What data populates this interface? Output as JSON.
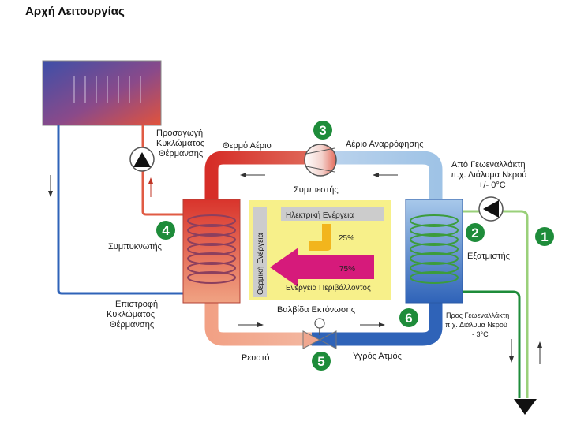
{
  "title": "Αρχή Λειτουργίας",
  "labels": {
    "supply_l1": "Προσαγωγή",
    "supply_l2": "Κυκλώματος",
    "supply_l3": "Θέρμανσης",
    "hot_gas": "Θερμό Αέριο",
    "suction_gas": "Αέριο Αναρρόφησης",
    "compressor": "Συμπιεστής",
    "from_hx_l1": "Από Γεωεναλλάκτη",
    "from_hx_l2": "π.χ. Διάλυμα Νερού",
    "from_hx_l3": "+/- 0°C",
    "condenser": "Συμπυκνωτής",
    "evaporator": "Εξατμιστής",
    "return_l1": "Επιστροφή",
    "return_l2": "Κυκλώματος",
    "return_l3": "Θέρμανσης",
    "expansion_valve": "Βαλβίδα Εκτόνωσης",
    "to_hx_l1": "Προς Γεωεναλλάκτη",
    "to_hx_l2": "π.χ. Διάλυμα Νερού",
    "to_hx_l3": "- 3°C",
    "liquid": "Ρευστό",
    "wet_vapor": "Υγρός Ατμός"
  },
  "energy_box": {
    "electric": "Ηλεκτρική Ενέργεια",
    "electric_pct": "25%",
    "environment": "Ενέργεια Περιβάλλοντος",
    "environment_pct": "75%",
    "thermal": "Θερμική Ενέργεια"
  },
  "markers": [
    "1",
    "2",
    "3",
    "4",
    "5",
    "6"
  ],
  "colors": {
    "hot": "#d9302c",
    "cold_blue": "#2f63b8",
    "light_blue": "#9fc3e6",
    "green": "#1e8c3a",
    "light_green": "#9ad07a",
    "energy_bg": "#f7f08a",
    "electric_arrow": "#f2b51d",
    "environment_arrow": "#d61a7b"
  }
}
